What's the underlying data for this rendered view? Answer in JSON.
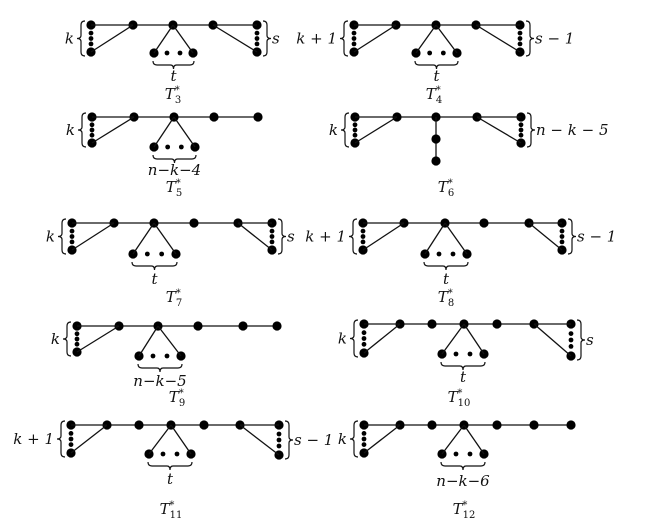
{
  "figure": {
    "graphs": [
      {
        "id": "T3",
        "name": {
          "base": "T",
          "sub": "3",
          "sup": "*"
        },
        "left_label": "k",
        "pendant_label": "t",
        "right_label": "s"
      },
      {
        "id": "T4",
        "name": {
          "base": "T",
          "sub": "4",
          "sup": "*"
        },
        "left_label": "k + 1",
        "pendant_label": "t",
        "right_label": "s − 1"
      },
      {
        "id": "T5",
        "name": {
          "base": "T",
          "sub": "5",
          "sup": "*"
        },
        "left_label": "k",
        "pendant_label": "n−k−4"
      },
      {
        "id": "T6",
        "name": {
          "base": "T",
          "sub": "6",
          "sup": "*"
        },
        "left_label": "k",
        "right_label": "n − k − 5"
      },
      {
        "id": "T7",
        "name": {
          "base": "T",
          "sub": "7",
          "sup": "*"
        },
        "left_label": "k",
        "pendant_label": "t",
        "right_label": "s"
      },
      {
        "id": "T8",
        "name": {
          "base": "T",
          "sub": "8",
          "sup": "*"
        },
        "left_label": "k + 1",
        "pendant_label": "t",
        "right_label": "s − 1"
      },
      {
        "id": "T9",
        "name": {
          "base": "T",
          "sub": "9",
          "sup": "*"
        },
        "left_label": "k",
        "pendant_label": "n−k−5"
      },
      {
        "id": "T10",
        "name": {
          "base": "T",
          "sub": "10",
          "sup": "*"
        },
        "left_label": "k",
        "pendant_label": "t",
        "right_label": "s"
      },
      {
        "id": "T11",
        "name": {
          "base": "T",
          "sub": "11",
          "sup": "*"
        },
        "left_label": "k + 1",
        "pendant_label": "t",
        "right_label": "s − 1"
      },
      {
        "id": "T12",
        "name": {
          "base": "T",
          "sub": "12",
          "sup": "*"
        },
        "left_label": "k",
        "pendant_label": "n−k−6"
      }
    ]
  }
}
